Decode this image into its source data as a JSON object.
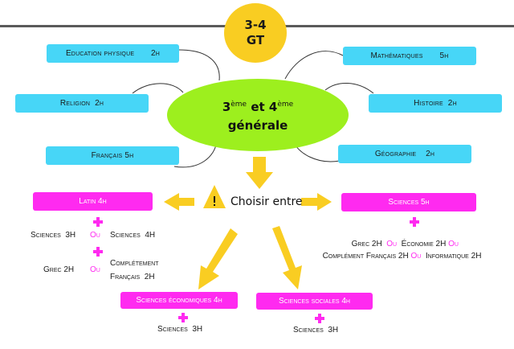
{
  "badge": {
    "line1": "3-4",
    "line2": "GT"
  },
  "center": {
    "num1": "3",
    "sup1": "ème",
    "mid": " et ",
    "num2": "4",
    "sup2": "ème",
    "line2": "générale"
  },
  "left_courses": [
    {
      "label": "Education physique       2h"
    },
    {
      "label": "Religion  2h"
    },
    {
      "label": "Français 5h"
    }
  ],
  "right_courses": [
    {
      "label": "Mathématiques       5h"
    },
    {
      "label": "Histoire  2h"
    },
    {
      "label": "Géographie    2h"
    }
  ],
  "choice": {
    "label": "Choisir entre",
    "warning_icon": "warning-icon"
  },
  "options": {
    "latin": {
      "title": "Latin 4h",
      "row1_left": "Sciences  3H",
      "row1_or": "Ou",
      "row1_right": "Sciences  4H",
      "row2_left": "Grec 2H",
      "row2_or": "Ou",
      "row2_right_line1": "Complétement",
      "row2_right_line2": "Français  2H"
    },
    "sciences": {
      "title": "Sciences 5h",
      "line1_a": "Grec 2H",
      "line1_or1": "Ou",
      "line1_b": "Économie 2H",
      "line1_or2": "Ou",
      "line2_a": "Complément Français 2H",
      "line2_or": "Ou",
      "line2_b": "Informatique 2H"
    },
    "eco": {
      "title": "Sciences économiques 4h",
      "extra": "Sciences  3H"
    },
    "sociales": {
      "title": "Sciences sociales 4h",
      "extra": "Sciences  3H"
    }
  },
  "colors": {
    "yellow": "#f9cd22",
    "blue": "#47d6f7",
    "green": "#9def1e",
    "pink": "#ff2af0"
  }
}
